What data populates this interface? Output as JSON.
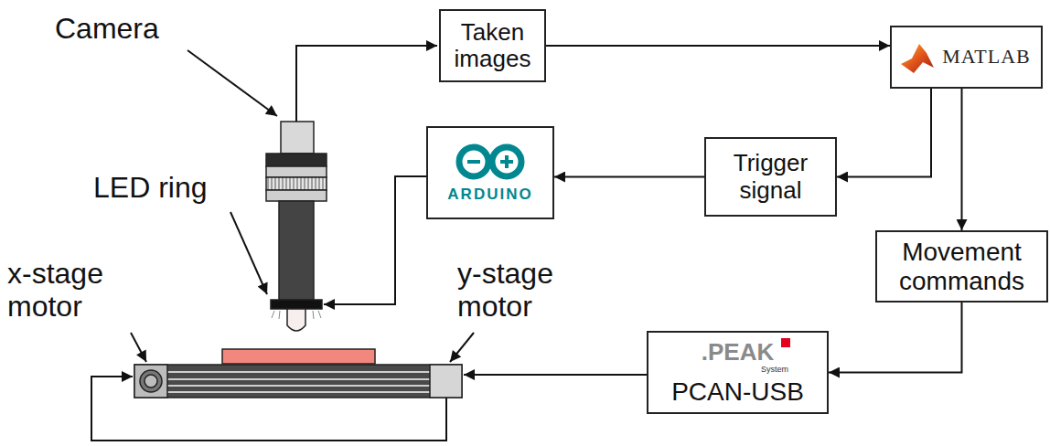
{
  "diagram": {
    "nodes": [
      {
        "text": [
          "Taken images"
        ]
      },
      {
        "text": [
          "MATLAB"
        ]
      },
      {
        "text": [
          "Trigger signal"
        ]
      },
      {
        "text": [
          "ARDUINO"
        ]
      },
      {
        "text": [
          "Movement commands"
        ]
      },
      {
        "text": [
          ".PEAK",
          "System",
          "PCAN-USB"
        ]
      }
    ],
    "edges": [
      {
        "from": 0,
        "to": 1,
        "arrow": "to"
      },
      {
        "from": 1,
        "to": 2,
        "arrow": "to"
      },
      {
        "from": 2,
        "to": 3,
        "arrow": "to"
      },
      {
        "from": 1,
        "to": 4,
        "arrow": "to"
      },
      {
        "from": 4,
        "to": 5,
        "arrow": "to"
      }
    ],
    "labels": [
      "Camera",
      "LED ring",
      "x-stage motor",
      "y-stage motor"
    ]
  }
}
